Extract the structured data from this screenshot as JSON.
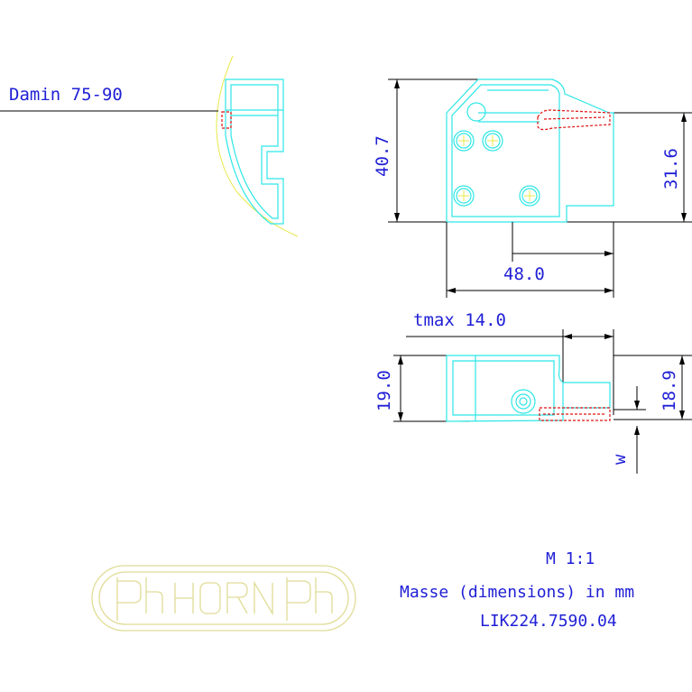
{
  "drawing": {
    "label_damin": "Damin 75-90",
    "dim_height_total": "40.7",
    "dim_height_edge": "31.6",
    "dim_width": "48.0",
    "dim_tmax": "tmax 14.0",
    "dim_side_height": "19.0",
    "dim_side_edge": "18.9",
    "dim_w": "w"
  },
  "title_block": {
    "scale": "M 1:1",
    "units_note": "Masse (dimensions) in mm",
    "part_number": "LIK224.7590.04"
  },
  "logo": {
    "text": "ph HORN ph",
    "color": "#e0dc96"
  },
  "colors": {
    "outline": "#2ee6e6",
    "dimension_text": "#1f1fd6",
    "cutting_edge": "#e01010",
    "screw_marks": "#e8e84a"
  }
}
